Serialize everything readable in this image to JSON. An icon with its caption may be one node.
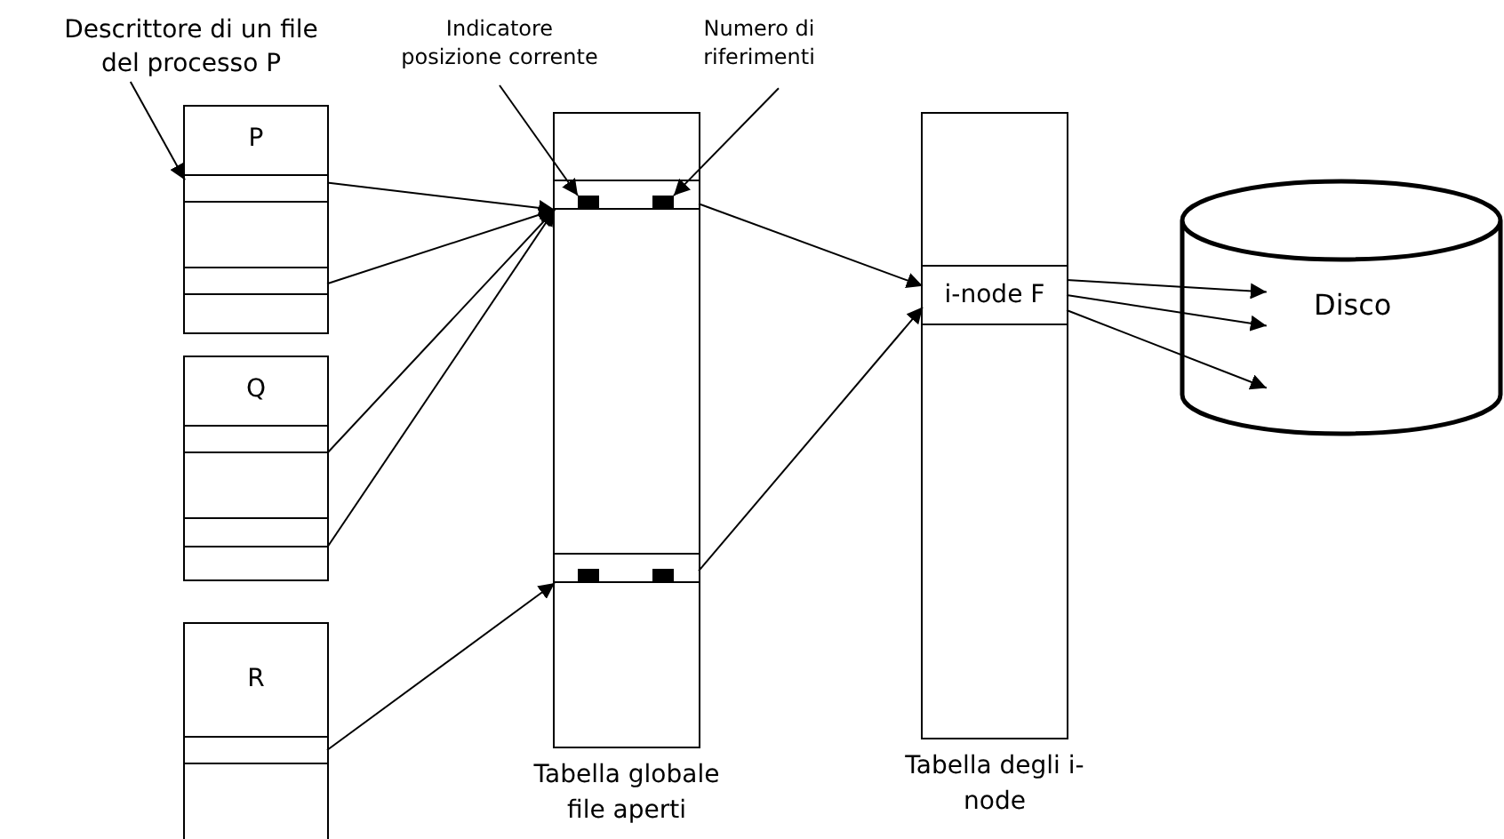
{
  "diagram": {
    "nodes": [
      {
        "text": [
          "Descrittore di un file del processo P"
        ]
      },
      {
        "text": [
          "Indicatore posizione corrente"
        ]
      },
      {
        "text": [
          "Numero di riferimenti"
        ]
      },
      {
        "text": [
          "P"
        ]
      },
      {
        "text": [],
        "shape": "box",
        "in": 3
      },
      {
        "text": [],
        "shape": "box",
        "in": 3
      },
      {
        "text": [
          "Q"
        ]
      },
      {
        "text": [],
        "shape": "box",
        "in": 6
      },
      {
        "text": [],
        "shape": "box",
        "in": 6
      },
      {
        "text": [
          "R"
        ]
      },
      {
        "text": [],
        "shape": "box",
        "in": 9
      },
      {
        "text": [
          "Tabella globale file aperti"
        ]
      },
      {
        "text": [],
        "shape": "box",
        "in": 11
      },
      {
        "text": [],
        "shape": "box",
        "in": 12
      },
      {
        "text": [],
        "shape": "box",
        "in": 12
      },
      {
        "text": [],
        "shape": "box",
        "in": 11
      },
      {
        "text": [],
        "shape": "box",
        "in": 15
      },
      {
        "text": [],
        "shape": "box",
        "in": 15
      },
      {
        "text": [
          "Tabella degli i-node"
        ]
      },
      {
        "text": [
          "i-node F"
        ],
        "in": 18
      },
      {
        "text": [
          "Disco"
        ]
      }
    ],
    "edges": [
      {
        "from": 0,
        "to": 4,
        "arrow": "to"
      },
      {
        "from": 1,
        "to": 13,
        "arrow": "to"
      },
      {
        "from": 2,
        "to": 14,
        "arrow": "to"
      },
      {
        "from": 4,
        "to": 12,
        "arrow": "to"
      },
      {
        "from": 5,
        "to": 12,
        "arrow": "to"
      },
      {
        "from": 7,
        "to": 12,
        "arrow": "to"
      },
      {
        "from": 8,
        "to": 12,
        "arrow": "to"
      },
      {
        "from": 10,
        "to": 15,
        "arrow": "to"
      },
      {
        "from": 12,
        "to": 19,
        "arrow": "to"
      },
      {
        "from": 15,
        "to": 19,
        "arrow": "to"
      },
      {
        "from": 19,
        "to": 20,
        "arrow": "to"
      },
      {
        "from": 19,
        "to": 20,
        "arrow": "to"
      },
      {
        "from": 19,
        "to": 20,
        "arrow": "to"
      }
    ]
  }
}
